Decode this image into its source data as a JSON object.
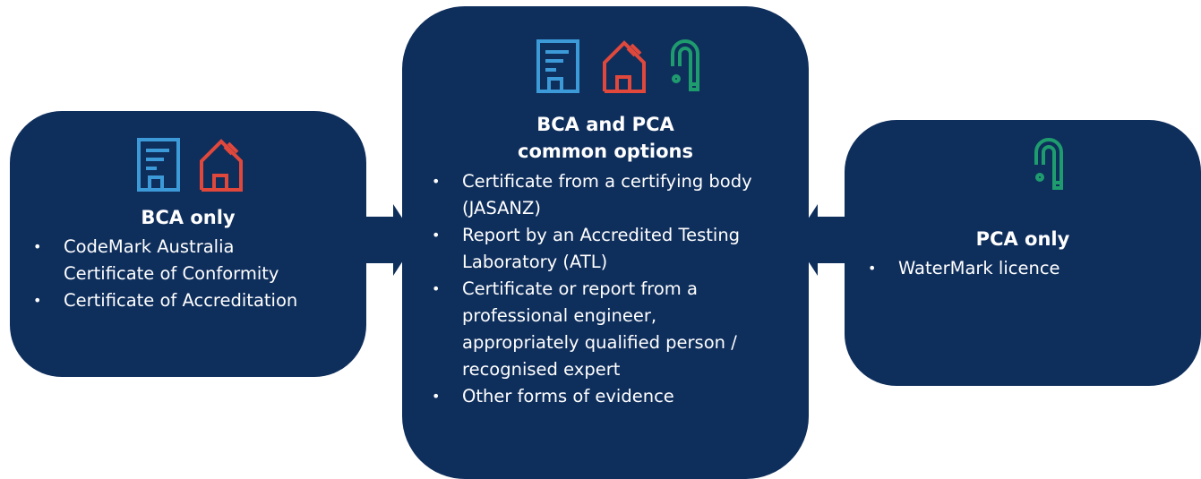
{
  "colors": {
    "box": "#0e2e5c",
    "bca_icon": "#3d9ad8",
    "house_icon": "#e0483c",
    "pca_icon": "#1f9c6e"
  },
  "left": {
    "title": "BCA only",
    "icons": [
      "building-document-icon",
      "house-icon"
    ],
    "items": [
      {
        "line1": "CodeMark Australia",
        "line2": "Certificate of Conformity"
      },
      {
        "line1": "Certificate of Accreditation",
        "line2": ""
      }
    ]
  },
  "center": {
    "title_line1": "BCA and PCA",
    "title_line2": "common options",
    "icons": [
      "building-document-icon",
      "house-icon",
      "plumbing-pipe-icon"
    ],
    "items": [
      {
        "lines": [
          "Certificate from a certifying body",
          "(JASANZ)"
        ]
      },
      {
        "lines": [
          "Report by an Accredited Testing",
          "Laboratory (ATL)"
        ]
      },
      {
        "lines": [
          "Certificate or report from a",
          "professional engineer,",
          "appropriately qualified person /",
          "recognised expert"
        ]
      },
      {
        "lines": [
          "Other forms of evidence"
        ]
      }
    ]
  },
  "right": {
    "title": "PCA only",
    "icons": [
      "plumbing-pipe-icon"
    ],
    "items": [
      {
        "line1": "WaterMark licence"
      }
    ]
  }
}
